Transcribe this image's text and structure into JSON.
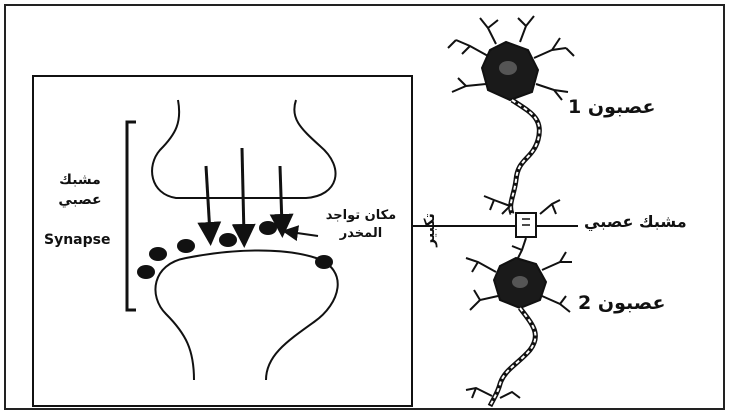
{
  "labels": {
    "synapse_ar": "مشبك عصبي",
    "synapse_en": "Synapse",
    "drug_site": "مكان تواجد المخدر",
    "magnify": "تكبير",
    "neuron_1": "عصبون 1",
    "neuron_2": "عصبون 2",
    "synapse_right": "مشبك عصبي"
  },
  "colors": {
    "line": "#111111",
    "background": "#ffffff"
  },
  "icons": {
    "neurotransmitter_arrows": "down-arrow-icon",
    "site_pointer": "left-arrow-icon",
    "neuron_cell": "neuron-icon"
  }
}
